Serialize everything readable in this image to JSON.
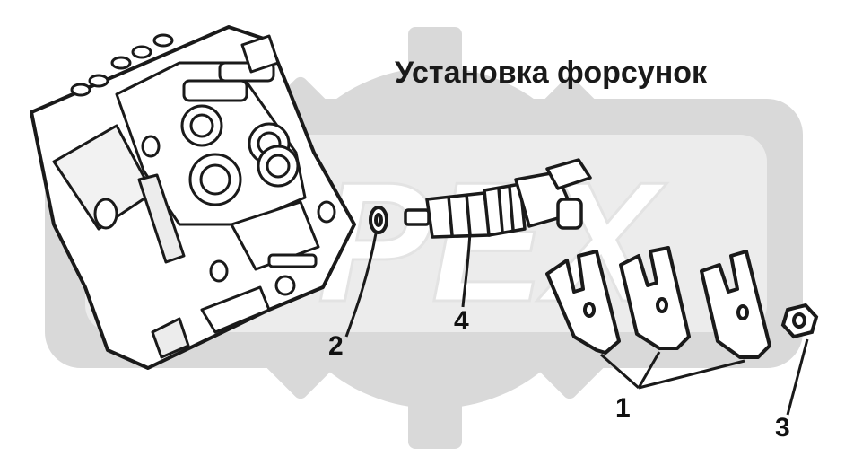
{
  "title": "Установка форсунок",
  "callouts": {
    "c1": "1",
    "c2": "2",
    "c3": "3",
    "c4": "4"
  },
  "watermark": {
    "text": "OPEX",
    "color": "#d6d6d6"
  },
  "colors": {
    "line": "#1a1a1a",
    "part_fill": "#ffffff",
    "shade": "#bdbdbd"
  }
}
